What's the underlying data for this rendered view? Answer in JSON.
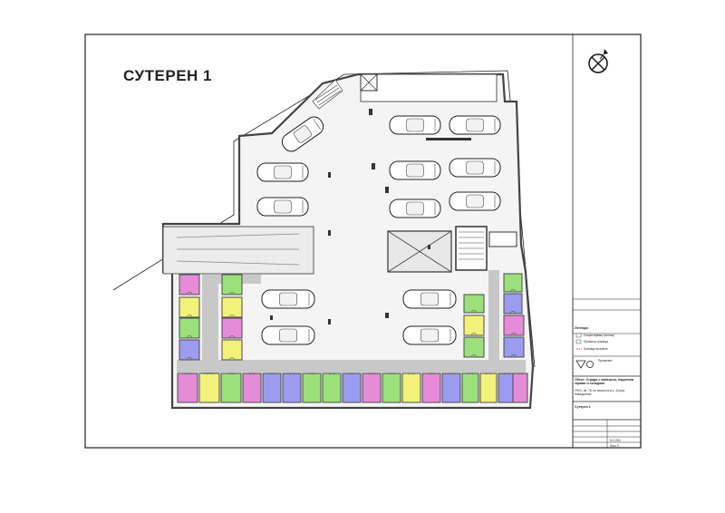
{
  "title": "СУТЕРЕН 1",
  "colors": {
    "pink": "#e58bd8",
    "green": "#9be07a",
    "blue": "#9b9bf0",
    "yellow": "#f2f27a",
    "corridor": "#c8c8c8",
    "wall": "#5a5a5a"
  },
  "icons": [
    "north-arrow-icon",
    "car-icon",
    "stair-icon"
  ],
  "legend": {
    "heading": "Легенда:",
    "items": [
      "Съществуващ тротоар",
      "Проектна граница",
      "Граница на имота"
    ]
  },
  "title_block": {
    "lines": [
      "Обект: Сграда с магазини, подземни гаражи и складове",
      "УПИ I, кв. 78, по плана на ж.к. „Борис Македонски“",
      "Сутерен 1"
    ],
    "company": "Проектант:",
    "scale": "М 1:200",
    "sheet": "Лист 3"
  }
}
